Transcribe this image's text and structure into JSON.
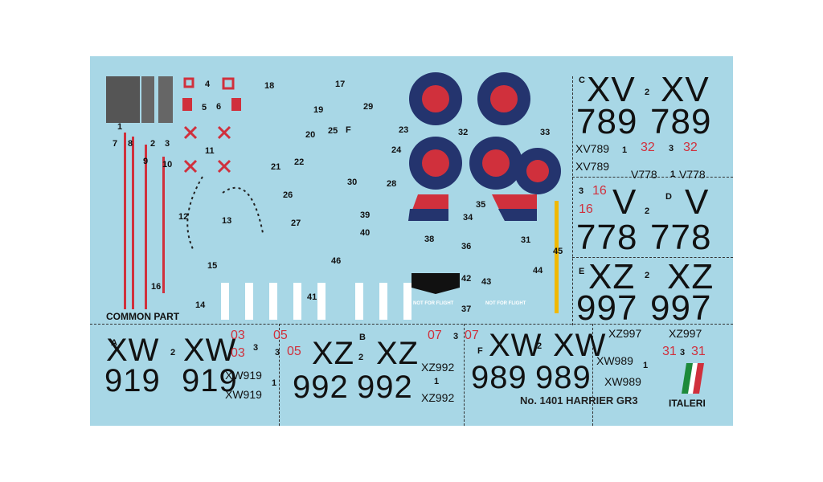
{
  "colors": {
    "background": "#a8d7e6",
    "roundel_blue": "#24346e",
    "roundel_red": "#d0303c",
    "ink": "#111111"
  },
  "sheet": {
    "common_part": "COMMON PART",
    "product": "No. 1401 HARRIER GR3",
    "brand": "ITALERI",
    "not_for_flight": "NOT FOR FLIGHT"
  },
  "decal_numbers": [
    "1",
    "2",
    "3",
    "4",
    "5",
    "6",
    "7",
    "8",
    "9",
    "10",
    "11",
    "12",
    "13",
    "14",
    "15",
    "16",
    "17",
    "18",
    "19",
    "20",
    "21",
    "22",
    "23",
    "24",
    "25",
    "26",
    "27",
    "28",
    "29",
    "30",
    "31",
    "32",
    "33",
    "34",
    "35",
    "36",
    "37",
    "38",
    "39",
    "40",
    "41",
    "42",
    "43",
    "44",
    "45",
    "46",
    "F"
  ],
  "variants": {
    "C": {
      "letter": "C",
      "code1": "XV",
      "code2": "789",
      "small": "XV789",
      "num": "32"
    },
    "D": {
      "letter": "D",
      "code1": "V",
      "code2": "778",
      "small": "V778",
      "num": "16"
    },
    "E": {
      "letter": "E",
      "code1": "XZ",
      "code2": "997",
      "small": "XZ997",
      "num": "31"
    },
    "A": {
      "letter": "A",
      "code1": "XW",
      "code2": "919",
      "small": "XW919",
      "num": "03"
    },
    "B": {
      "letter": "B",
      "code1": "XZ",
      "code2": "992",
      "small": "XZ992",
      "num": "05",
      "num2": "07"
    },
    "F": {
      "letter": "F",
      "code1": "XW",
      "code2": "989",
      "small": "XW989"
    }
  },
  "subnums": {
    "one": "1",
    "two": "2",
    "three": "3"
  }
}
